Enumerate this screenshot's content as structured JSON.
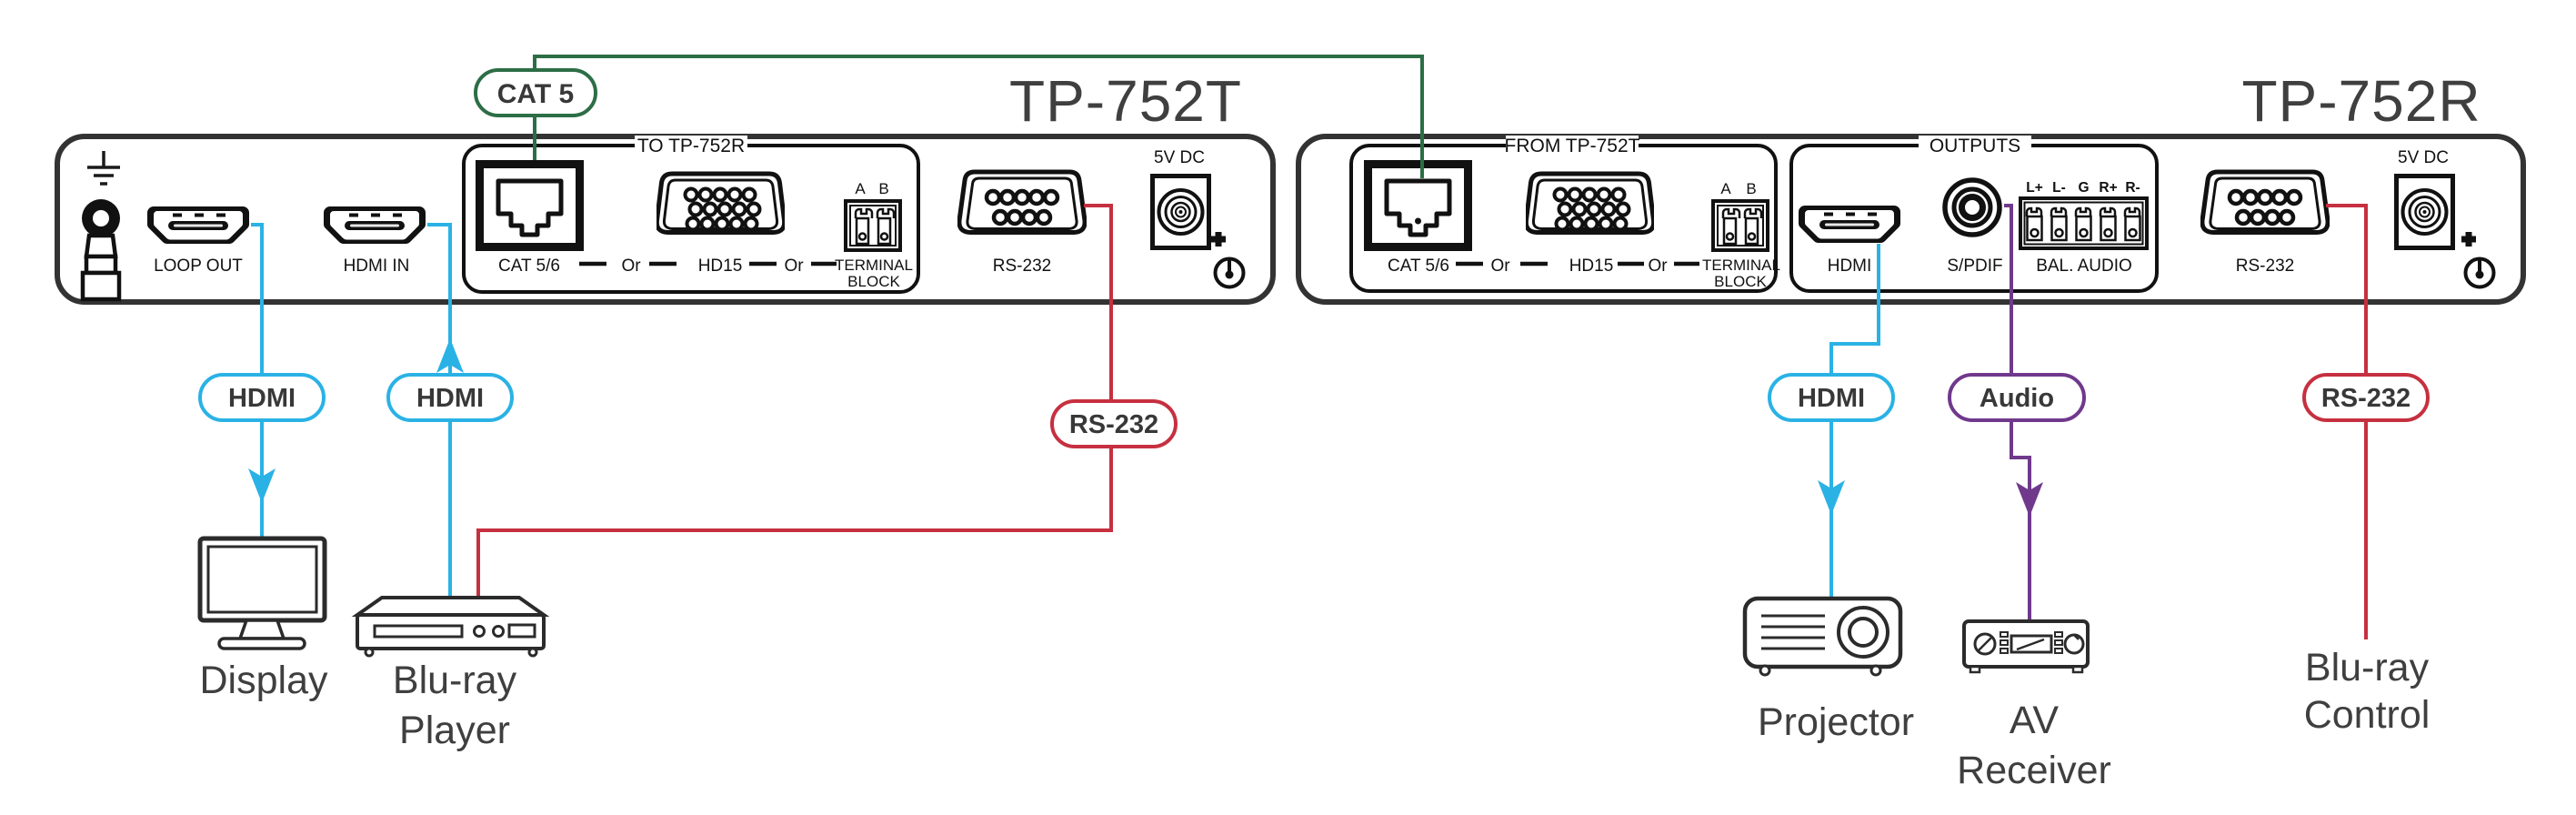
{
  "colors": {
    "cyan": "#2ab2e5",
    "red": "#c63040",
    "green": "#2c6e45",
    "purple": "#70398c",
    "panel_outline": "#333333",
    "label_dark": "#111111",
    "label_gray": "#3f3f3f"
  },
  "transmitter": {
    "title": "TP-752T",
    "group_label": "TO TP-752R",
    "loop_out_label": "LOOP OUT",
    "hdmi_in_label": "HDMI IN",
    "cat5_label": "CAT 5/6",
    "or_label": "Or",
    "hd15_label": "HD15",
    "terminal_label_line1": "TERMINAL",
    "terminal_label_line2": "BLOCK",
    "terminal_a": "A",
    "terminal_b": "B",
    "rs232_label": "RS-232",
    "power_label": "5V DC"
  },
  "receiver": {
    "title": "TP-752R",
    "group_label": "FROM TP-752T",
    "outputs_label": "OUTPUTS",
    "cat5_label": "CAT 5/6",
    "or_label": "Or",
    "hd15_label": "HD15",
    "terminal_label_line1": "TERMINAL",
    "terminal_label_line2": "BLOCK",
    "terminal_a": "A",
    "terminal_b": "B",
    "hdmi_label": "HDMI",
    "spdif_label": "S/PDIF",
    "bal_audio_label": "BAL. AUDIO",
    "bal_pins": [
      "L+",
      "L-",
      "G",
      "R+",
      "R-"
    ],
    "rs232_label": "RS-232",
    "power_label": "5V DC"
  },
  "cables": {
    "cat5_badge": "CAT 5",
    "hdmi_to_display_badge": "HDMI",
    "hdmi_from_source_badge": "HDMI",
    "rs232_tx_badge": "RS-232",
    "hdmi_to_projector_badge": "HDMI",
    "audio_badge": "Audio",
    "rs232_rx_badge": "RS-232"
  },
  "devices": {
    "display": "Display",
    "bluray_player_line1": "Blu-ray",
    "bluray_player_line2": "Player",
    "projector": "Projector",
    "av_receiver_line1": "AV",
    "av_receiver_line2": "Receiver",
    "bluray_control_line1": "Blu-ray",
    "bluray_control_line2": "Control"
  }
}
